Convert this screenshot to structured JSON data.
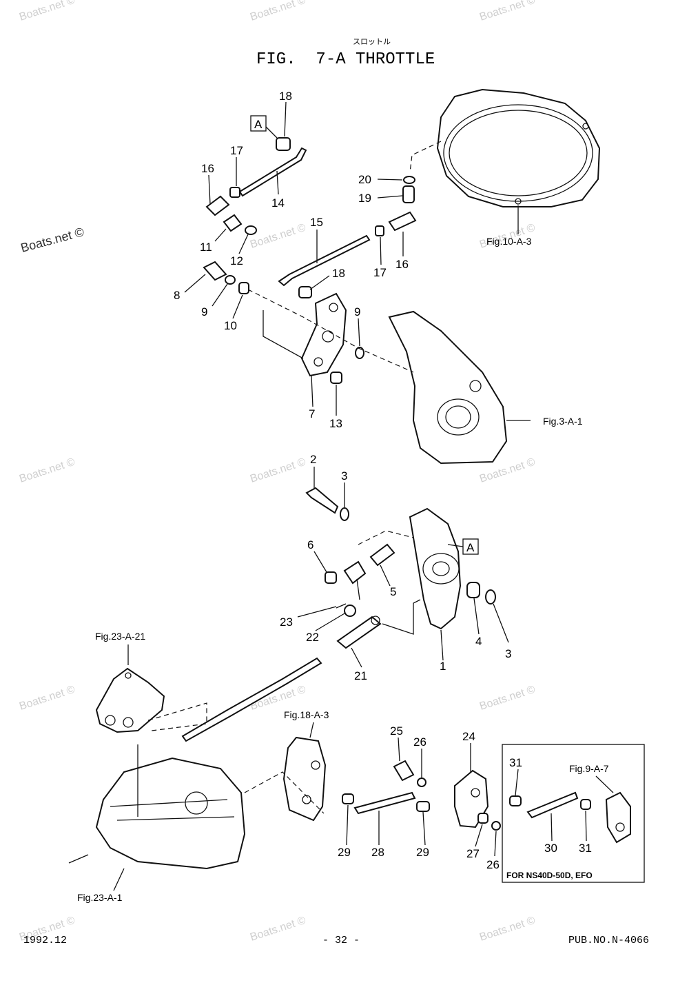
{
  "title_jp": "スロットル",
  "title": "FIG.  7-A THROTTLE",
  "footer": {
    "date": "1992.12",
    "page": "- 32 -",
    "pub": "PUB.NO.N-4066"
  },
  "watermark": "Boats.net ©",
  "note_box": "FOR NS40D-50D, EFO",
  "callout": "A",
  "refs": {
    "fig10": "Fig.10-A-3",
    "fig3": "Fig.3-A-1",
    "fig23_21": "Fig.23-A-21",
    "fig18": "Fig.18-A-3",
    "fig9": "Fig.9-A-7",
    "fig23_1": "Fig.23-A-1"
  },
  "part_labels": [
    "18",
    "17",
    "16",
    "14",
    "20",
    "19",
    "11",
    "12",
    "15",
    "17",
    "16",
    "8",
    "9",
    "10",
    "18",
    "9",
    "7",
    "13",
    "2",
    "3",
    "6",
    "5",
    "23",
    "22",
    "21",
    "4",
    "3",
    "1",
    "25",
    "26",
    "24",
    "31",
    "29",
    "28",
    "29",
    "27",
    "26",
    "30",
    "31"
  ]
}
